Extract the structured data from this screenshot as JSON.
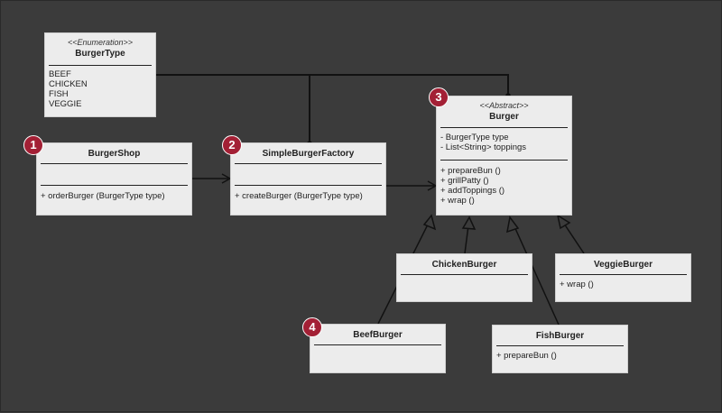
{
  "classes": {
    "burger_type": {
      "stereotype": "<<Enumeration>>",
      "name": "BurgerType",
      "literals": [
        "BEEF",
        "CHICKEN",
        "FISH",
        "VEGGIE"
      ]
    },
    "burger_shop": {
      "name": "BurgerShop",
      "methods": [
        "+ orderBurger (BurgerType type)"
      ]
    },
    "simple_burger_factory": {
      "name": "SimpleBurgerFactory",
      "methods": [
        "+ createBurger (BurgerType type)"
      ]
    },
    "burger": {
      "stereotype": "<<Abstract>>",
      "name": "Burger",
      "fields": [
        "- BurgerType type",
        "- List<String> toppings"
      ],
      "methods": [
        "+ prepareBun ()",
        "+ grillPatty ()",
        "+ addToppings ()",
        "+ wrap ()"
      ]
    },
    "chicken_burger": {
      "name": "ChickenBurger"
    },
    "veggie_burger": {
      "name": "VeggieBurger",
      "methods": [
        "+ wrap ()"
      ]
    },
    "beef_burger": {
      "name": "BeefBurger"
    },
    "fish_burger": {
      "name": "FishBurger",
      "methods": [
        "+ prepareBun ()"
      ]
    }
  },
  "badges": [
    "1",
    "2",
    "3",
    "4"
  ],
  "colors": {
    "background": "#3b3b3b",
    "box_fill": "#ececec",
    "badge_fill": "#a32035",
    "line": "#111111"
  }
}
